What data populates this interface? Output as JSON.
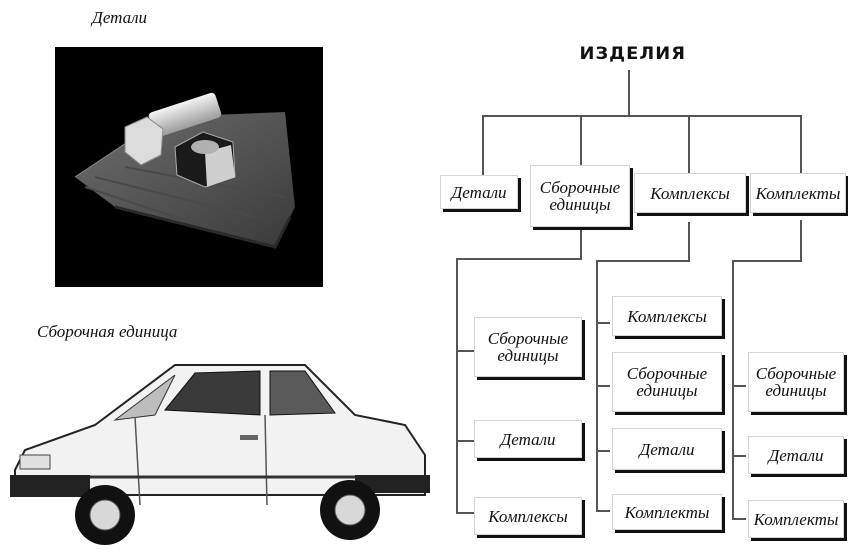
{
  "left": {
    "parts_caption": "Детали",
    "assembly_caption": "Сборочная единица"
  },
  "tree": {
    "root": "ИЗДЕЛИЯ",
    "level1": [
      "Детали",
      "Сборочные единицы",
      "Комплексы",
      "Комплекты"
    ],
    "assembly_children": [
      "Сборочные единицы",
      "Детали",
      "Комплексы"
    ],
    "complex_children": [
      "Комплексы",
      "Сборочные единицы",
      "Детали",
      "Комплекты"
    ],
    "kit_children": [
      "Сборочные единицы",
      "Детали",
      "Комплекты"
    ]
  }
}
